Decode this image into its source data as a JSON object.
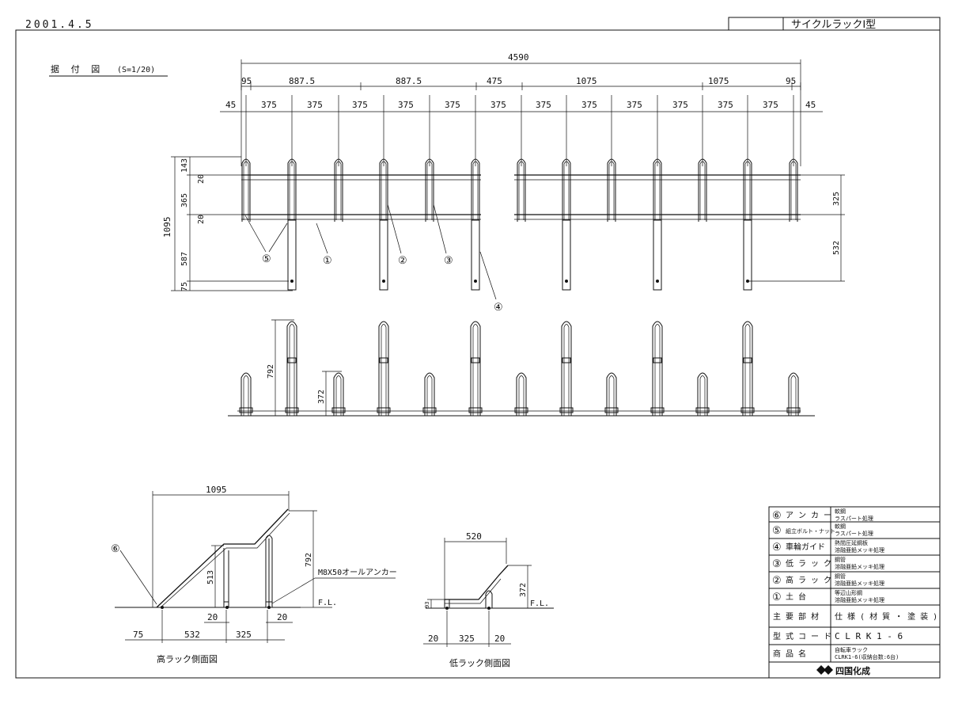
{
  "header": {
    "date": "2001.4.5",
    "title": "サイクルラックⅠ型"
  },
  "plan": {
    "label": "据 付 図",
    "scale": "(S=1/20)",
    "total": "4590",
    "spans": [
      "95",
      "887.5",
      "887.5",
      "475",
      "1075",
      "1075",
      "95"
    ],
    "pitches": [
      "45",
      "375",
      "375",
      "375",
      "375",
      "375",
      "375",
      "375",
      "375",
      "375",
      "375",
      "375",
      "375",
      "45"
    ],
    "left_dims": [
      "143",
      "20",
      "365",
      "20",
      "587",
      "75"
    ],
    "left_total": "1095",
    "right_dims": [
      "325",
      "532"
    ],
    "callouts": [
      "⑤",
      "①",
      "②",
      "③",
      "④"
    ]
  },
  "front": {
    "high": "792",
    "low": "372"
  },
  "side_high": {
    "caption": "高ラック側面図",
    "width": "1095",
    "height": "792",
    "mid": "513",
    "dims": [
      "75",
      "532",
      "325",
      "20",
      "20"
    ],
    "anchor": "M8X50オールアンカー",
    "fl": "F.L.",
    "callout": "⑥"
  },
  "side_low": {
    "caption": "低ラック側面図",
    "width": "520",
    "height": "372",
    "base": "93",
    "dims": [
      "20",
      "325",
      "20"
    ],
    "fl": "F.L."
  },
  "parts": [
    {
      "no": "⑥",
      "name": "ア ン カ ー",
      "spec1": "軟鋼",
      "spec2": "ラスパート処理"
    },
    {
      "no": "⑤",
      "name": "組立ボルト・ナット",
      "spec1": "軟鋼",
      "spec2": "ラスパート処理"
    },
    {
      "no": "④",
      "name": "車輪ガイド",
      "spec1": "熱間圧延鋼板",
      "spec2": "溶融亜鉛メッキ処理"
    },
    {
      "no": "③",
      "name": "低 ラ ッ ク",
      "spec1": "鋼管",
      "spec2": "溶融亜鉛メッキ処理"
    },
    {
      "no": "②",
      "name": "高 ラ ッ ク",
      "spec1": "鋼管",
      "spec2": "溶融亜鉛メッキ処理"
    },
    {
      "no": "①",
      "name": "土   台",
      "spec1": "等辺山形鋼",
      "spec2": "溶融亜鉛メッキ処理"
    }
  ],
  "table": {
    "h_part": "主 要 部 材",
    "h_spec": "仕 様 ( 材 質 ・ 塗 装 )",
    "code_label": "型 式 コ ー ド",
    "code_value": "C L R K 1 - 6",
    "name_label": "商   品   名",
    "name_value1": "自転車ラック",
    "name_value2": "CLRK1-6(収納台数:6台)",
    "company": "四国化成"
  }
}
